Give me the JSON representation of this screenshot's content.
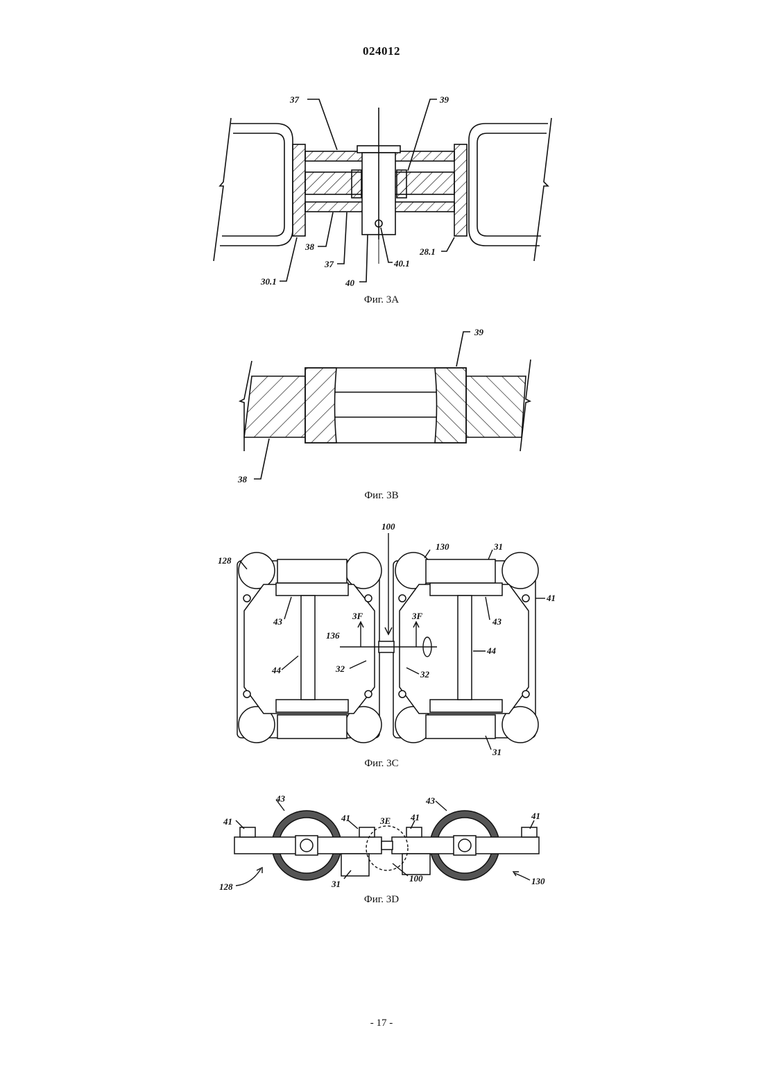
{
  "header": {
    "doc_number": "024012"
  },
  "figures": {
    "fig3a": {
      "caption": "Фиг. 3A",
      "labels": {
        "l37_top": "37",
        "l39": "39",
        "l38": "38",
        "l37_bottom": "37",
        "l40": "40",
        "l40_1": "40.1",
        "l30_1": "30.1",
        "l28_1": "28.1"
      }
    },
    "fig3b": {
      "caption": "Фиг. 3B",
      "labels": {
        "l39": "39",
        "l38": "38"
      }
    },
    "fig3c": {
      "caption": "Фиг. 3C",
      "labels": {
        "l100": "100",
        "l128": "128",
        "l130": "130",
        "l31_top": "31",
        "l41": "41",
        "l43_left": "43",
        "l43_right": "43",
        "l3f_left": "3F",
        "l3f_right": "3F",
        "l136": "136",
        "l44_left": "44",
        "l44_right": "44",
        "l32_left": "32",
        "l32_right": "32",
        "l31_bottom": "31"
      }
    },
    "fig3d": {
      "caption": "Фиг. 3D",
      "labels": {
        "l43_left": "43",
        "l43_right": "43",
        "l41_a": "41",
        "l41_b": "41",
        "l3e": "3E",
        "l41_c": "41",
        "l41_d": "41",
        "l128": "128",
        "l31": "31",
        "l100": "100",
        "l130": "130"
      }
    }
  },
  "footer": {
    "page_number": "- 17 -"
  }
}
